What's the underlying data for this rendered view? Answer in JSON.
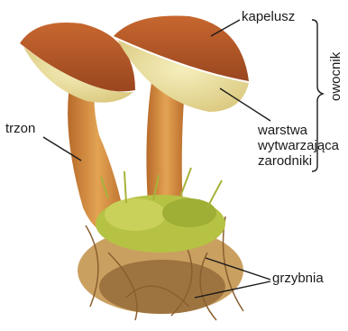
{
  "labels": {
    "kapelusz": "kapelusz",
    "trzon": "trzon",
    "warstwa_line1": "warstwa",
    "warstwa_line2": "wytwarzająca",
    "warstwa_line3": "zarodniki",
    "grzybnia": "grzybnia",
    "owocnik": "owocnik"
  },
  "colors": {
    "cap": "#b55a2a",
    "cap_dark": "#8e3f1b",
    "cap_under": "#f1e6a8",
    "stem": "#d48a3c",
    "moss": "#b7c23c",
    "mycelium": "#b38a4f",
    "line": "#1a1a1a"
  }
}
